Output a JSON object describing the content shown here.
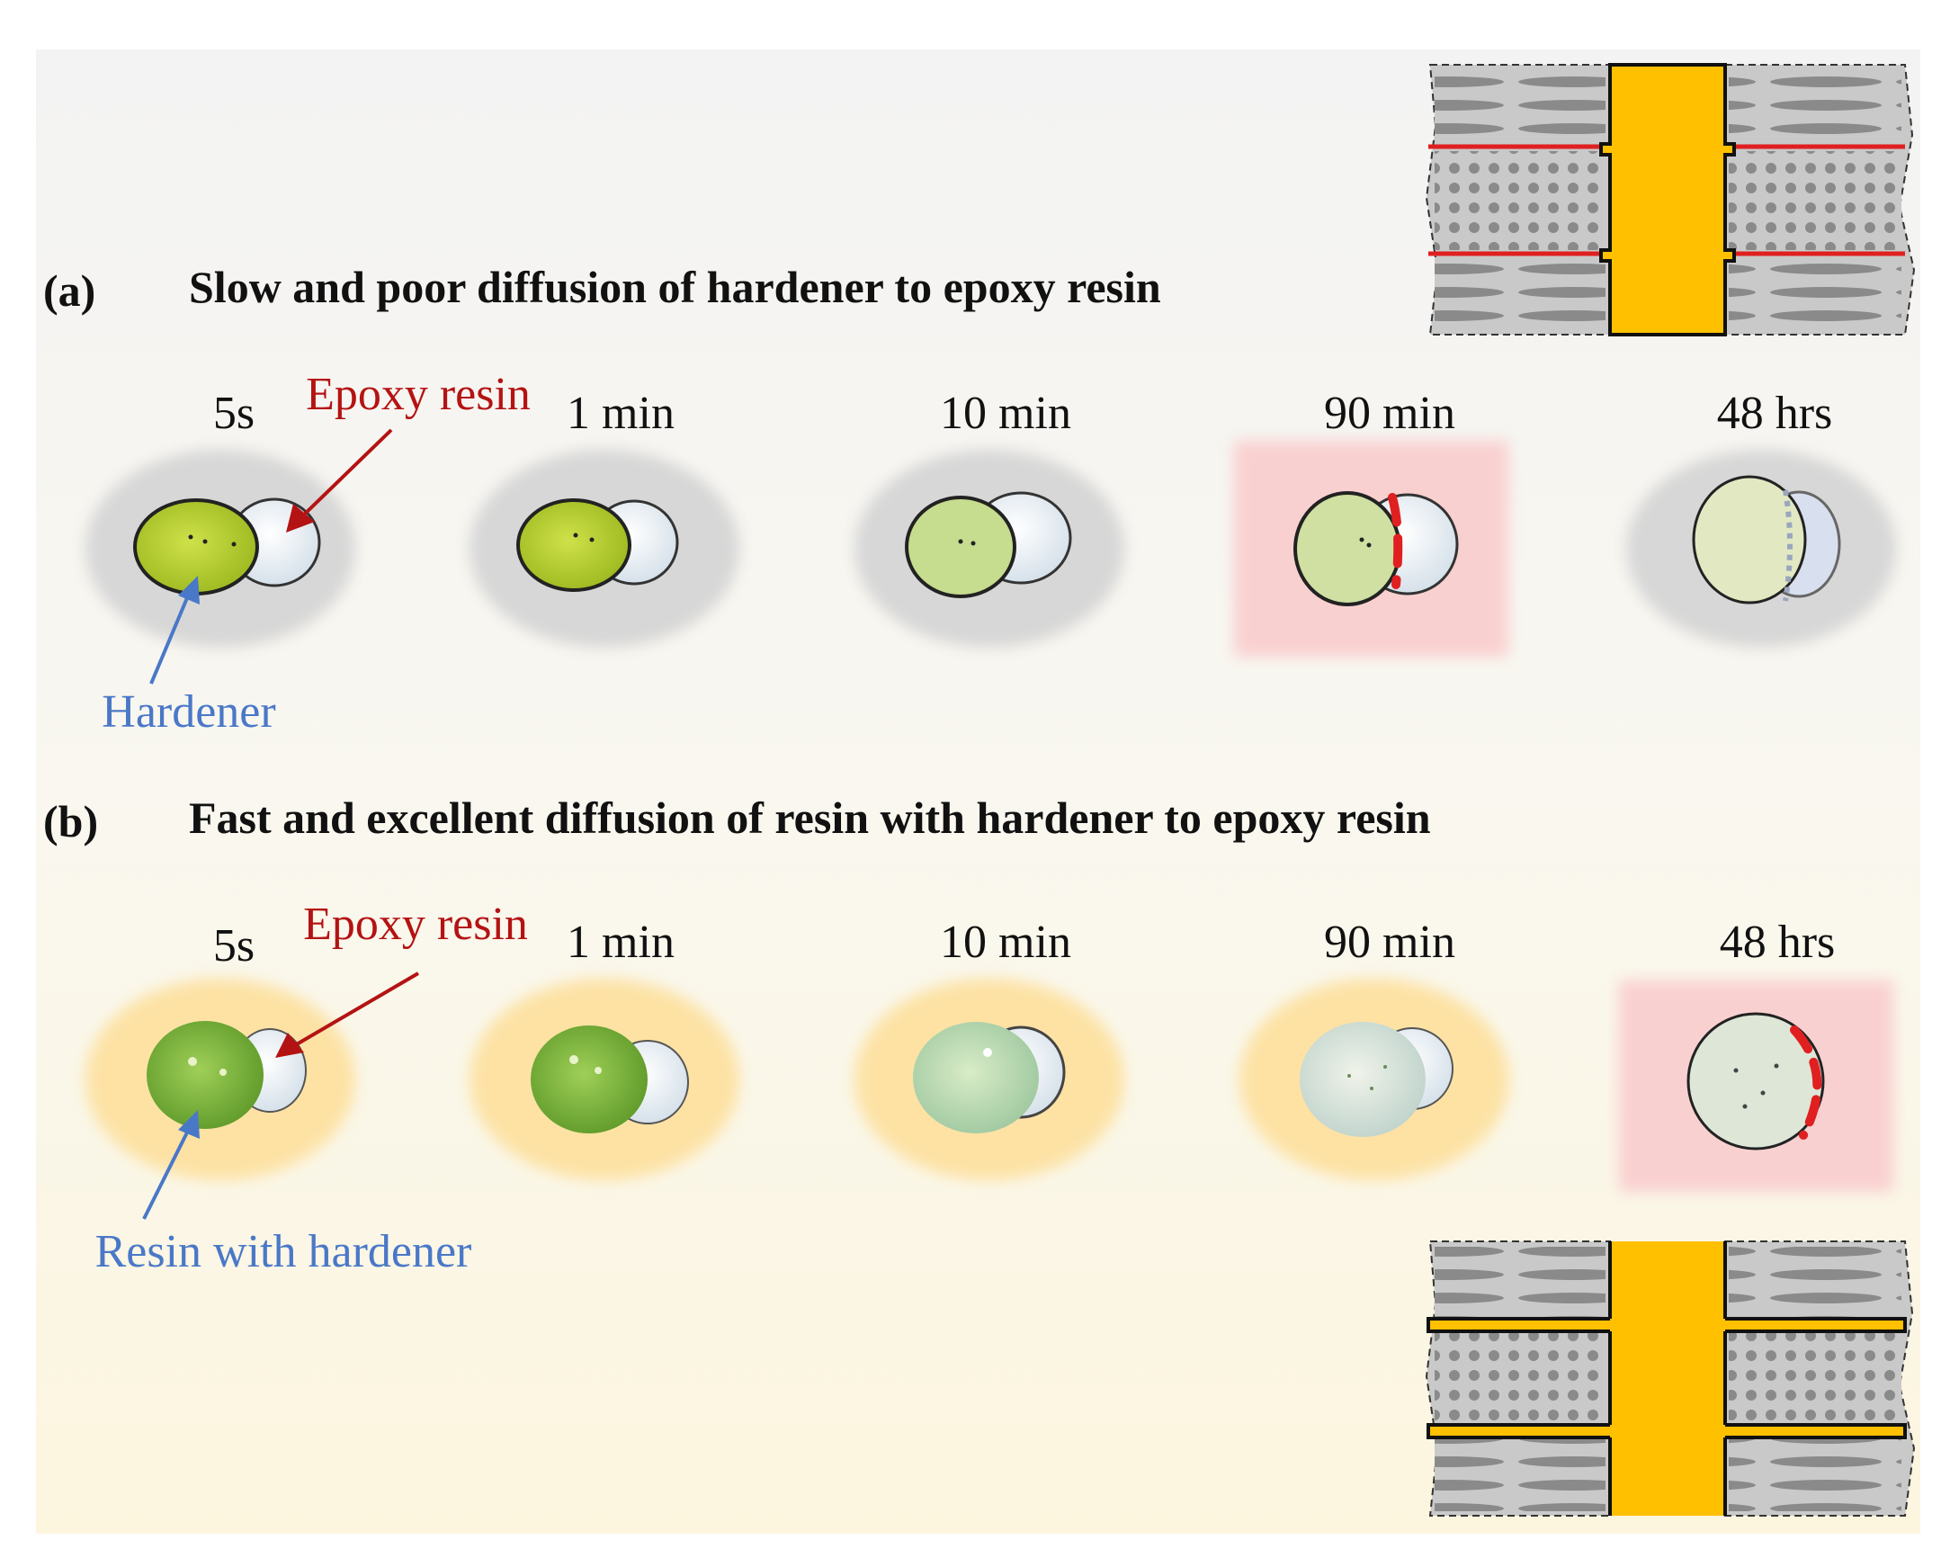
{
  "panel_a": {
    "letter": "(a)",
    "title": "Slow and poor diffusion of hardener to epoxy resin",
    "times": [
      "5s",
      "1 min",
      "10 min",
      "90 min",
      "48 hrs"
    ],
    "label_resin": "Epoxy resin",
    "label_hardener": "Hardener",
    "highlighted_index": 3
  },
  "panel_b": {
    "letter": "(b)",
    "title": "Fast and excellent diffusion of resin with hardener to epoxy resin",
    "times": [
      "5s",
      "1 min",
      "10 min",
      "90 min",
      "48 hrs"
    ],
    "label_resin": "Epoxy resin",
    "label_hardener": "Resin with hardener",
    "highlighted_index": 4
  },
  "colors": {
    "background_top": "#f4f4f4",
    "background_bottom": "#fbf6e2",
    "halo_gray": "#d9d9d9",
    "halo_yellow": "#fde8b4",
    "halo_pink": "#f9d3d3",
    "adhesive": "#ffc000",
    "red_line": "#e02020",
    "label_red": "#b41313",
    "label_blue": "#4a78c8"
  }
}
